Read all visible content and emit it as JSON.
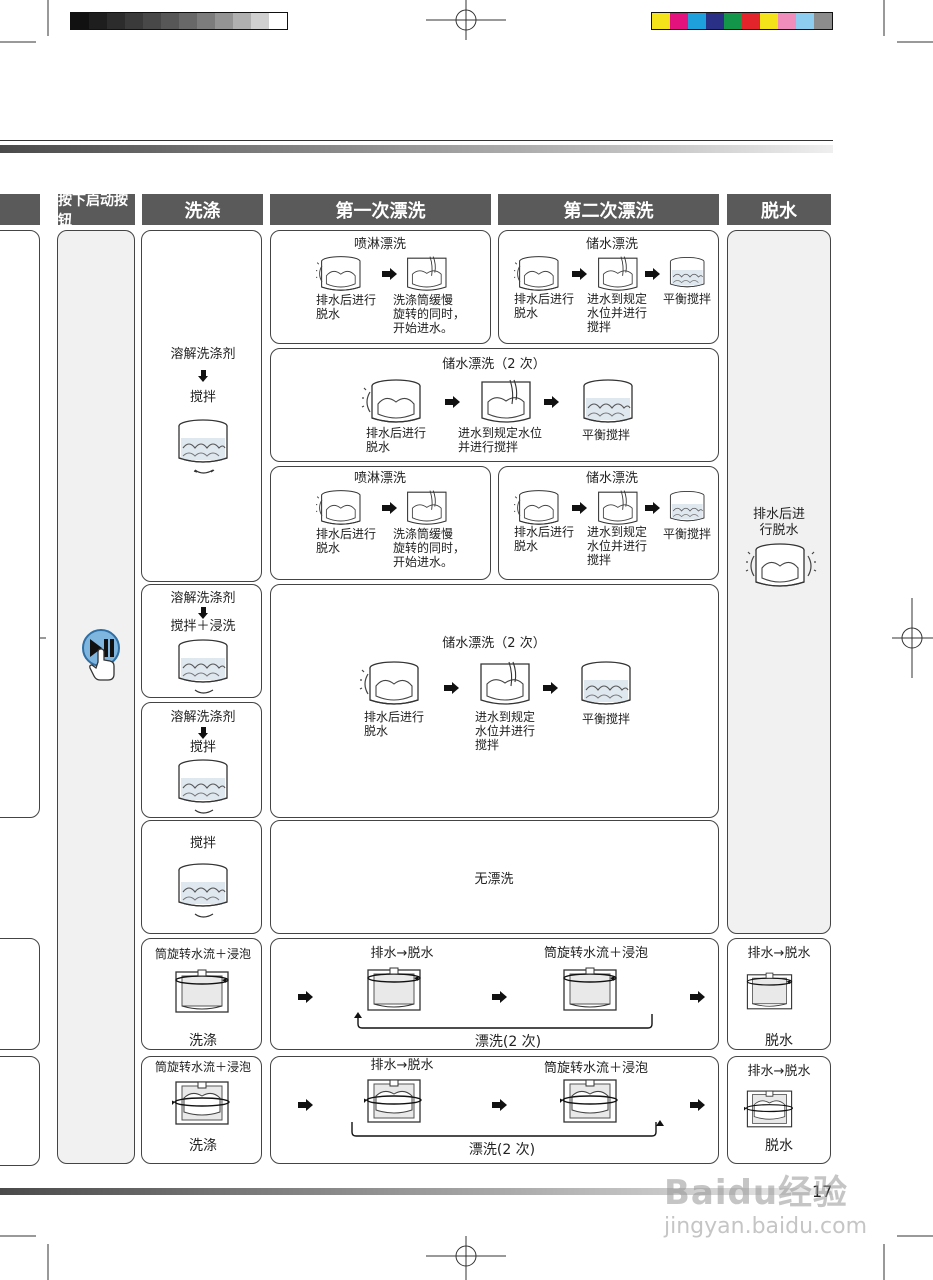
{
  "color_bar_left": [
    "#111111",
    "#1e1e1e",
    "#2c2c2c",
    "#3a3a3a",
    "#484848",
    "#575757",
    "#686868",
    "#7c7c7c",
    "#949494",
    "#b0b0b0",
    "#d0d0d0",
    "#ffffff"
  ],
  "color_bar_right": [
    "#f4e31a",
    "#e4127d",
    "#1ea0dd",
    "#2b3087",
    "#14964a",
    "#e3242b",
    "#f4e31a",
    "#f08dba",
    "#8dcdef",
    "#8c8c8c"
  ],
  "headers": {
    "press_start": "按下启动按钮",
    "wash": "洗涤",
    "rinse1": "第一次漂洗",
    "rinse2": "第二次漂洗",
    "spin": "脱水"
  },
  "wash": {
    "b1_line1": "溶解洗涤剂",
    "b1_line2": "搅拌",
    "b2_line1": "溶解洗涤剂",
    "b2_line2": "搅拌＋浸洗",
    "b3_line1": "溶解洗涤剂",
    "b3_line2": "搅拌",
    "b4_line1": "搅拌",
    "b5_top": "筒旋转水流＋浸泡",
    "b5_bottom": "洗涤",
    "b6_top": "筒旋转水流＋浸泡",
    "b6_bottom": "洗涤"
  },
  "shower_title": "喷淋漂洗",
  "store_title": "储水漂洗",
  "store_twice_title": "储水漂洗（2 次）",
  "labels": {
    "drain_spin": "排水后进行\n脱水",
    "drum_spin_fill": "洗涤筒缓慢\n旋转的同时，\n开始进水。",
    "fill_stir": "进水到规定\n水位并进行\n搅拌",
    "fill_stir_wide": "进水到规定水位\n并进行搅拌",
    "balance": "平衡搅拌"
  },
  "no_rinse": "无漂洗",
  "rinse_flow": {
    "drain_to_spin": "排水→脱水",
    "drum_soak": "筒旋转水流＋浸泡",
    "rinse_twice": "漂洗(2 次)"
  },
  "spin": {
    "big_line1": "排水后进",
    "big_line2": "行脱水",
    "r5_top": "排水→脱水",
    "r5_bottom": "脱水",
    "r6_top": "排水→脱水",
    "r6_bottom": "脱水"
  },
  "page_number": "17",
  "watermark": {
    "logo": "Baidu经验",
    "url": "jingyan.baidu.com"
  }
}
